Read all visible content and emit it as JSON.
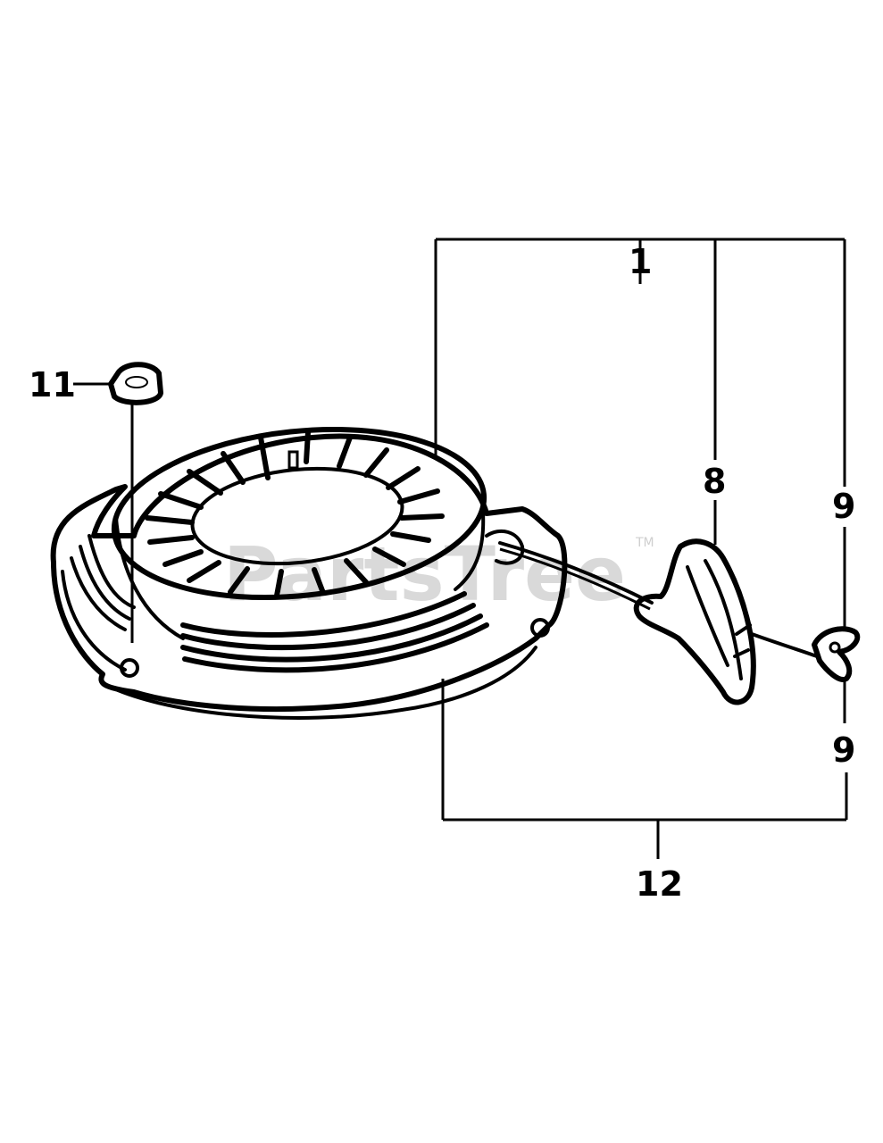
{
  "watermark": {
    "text": "PartsTree",
    "trademark": "TM"
  },
  "callouts": {
    "item_1": "1",
    "item_8": "8",
    "item_9_upper": "9",
    "item_9_lower": "9",
    "item_11": "11",
    "item_12": "12"
  },
  "parts": {
    "housing": "recoil-starter-housing",
    "nut": "flange-nut",
    "handle": "starter-handle",
    "clip": "rope-clip"
  }
}
